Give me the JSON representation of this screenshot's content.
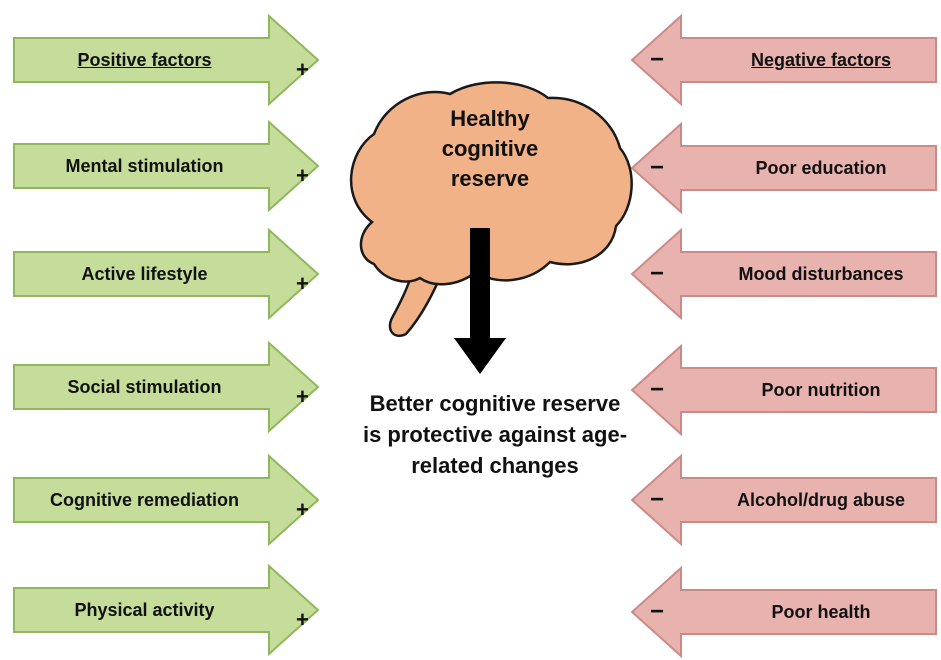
{
  "center": {
    "title": "Healthy cognitive reserve",
    "conclusion": "Better cognitive reserve is protective against age-related changes"
  },
  "positive_factors": {
    "header": "Positive factors",
    "sign": "+",
    "items": [
      "Mental stimulation",
      "Active lifestyle",
      "Social stimulation",
      "Cognitive remediation",
      "Physical activity"
    ]
  },
  "negative_factors": {
    "header": "Negative factors",
    "sign": "−",
    "items": [
      "Poor education",
      "Mood disturbances",
      "Poor nutrition",
      "Alcohol/drug abuse",
      "Poor health"
    ]
  },
  "colors": {
    "positive_fill": "#c6dc9a",
    "positive_stroke": "#8fb85c",
    "negative_fill": "#e8b2ae",
    "negative_stroke": "#cc8a86",
    "brain_fill": "#f2b287",
    "brain_stroke": "#1a1a1a",
    "arrow_dark": "#000000"
  }
}
